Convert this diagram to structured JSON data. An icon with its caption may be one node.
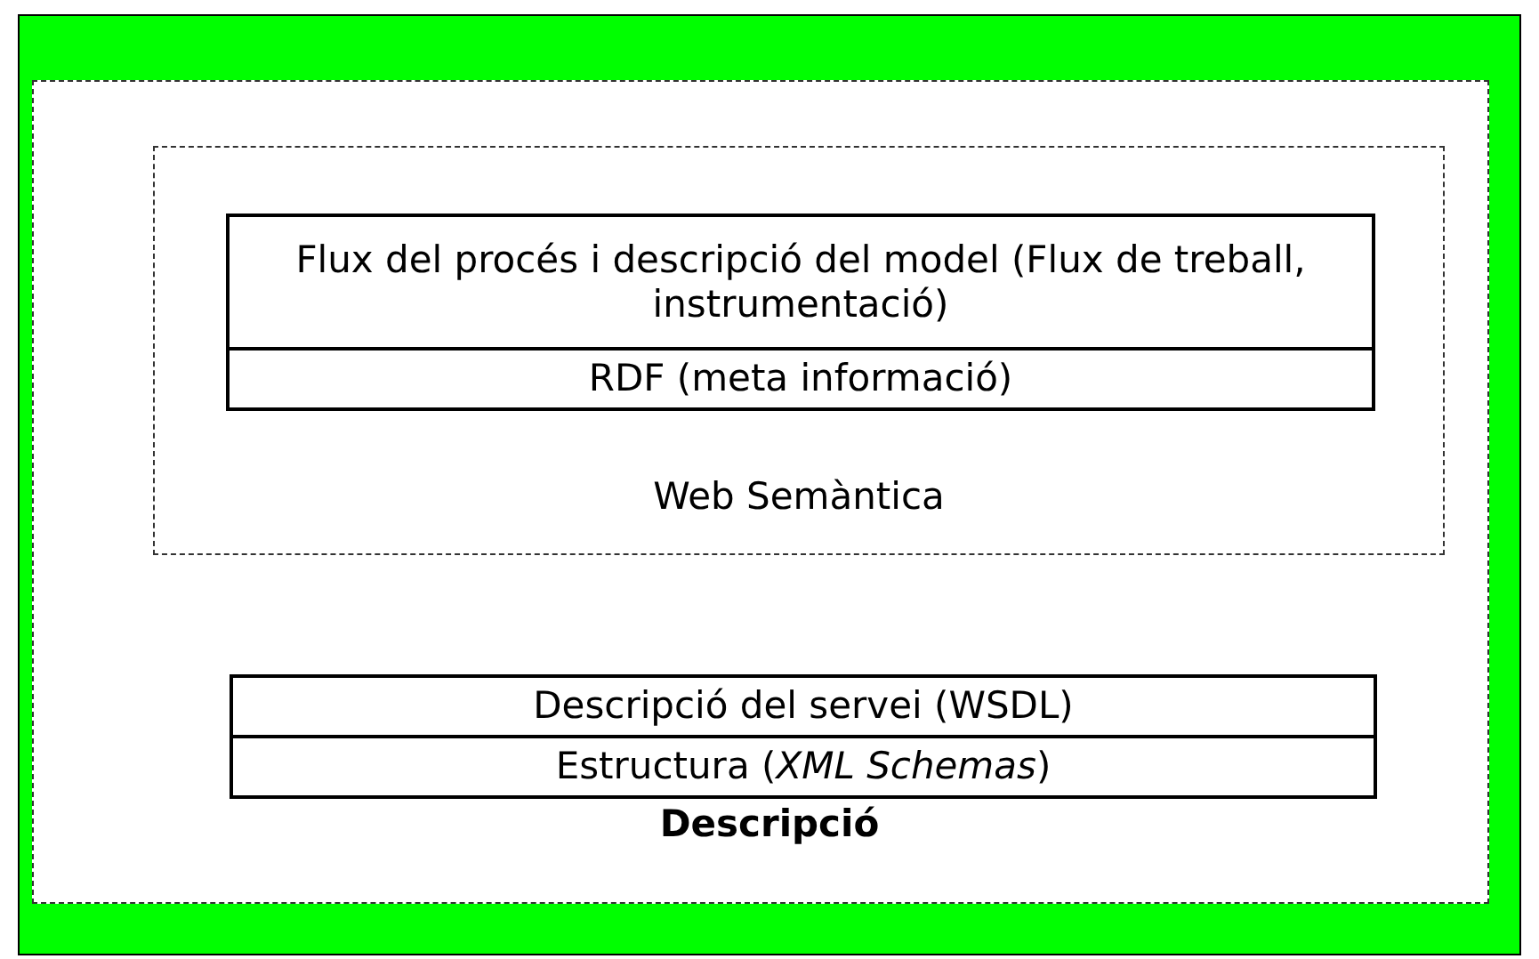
{
  "diagram": {
    "nodes": [
      {
        "text": [
          "Descripció"
        ]
      },
      {
        "text": [
          "Web Semàntica"
        ],
        "in": 0
      },
      {
        "text": [
          "Flux del procés i descripció del model (Flux de treball, instrumentació)"
        ],
        "in": 1
      },
      {
        "text": [
          "RDF (meta informació)"
        ],
        "in": 1
      },
      {
        "text": [
          "Descripció del servei (WSDL)"
        ],
        "in": 0
      },
      {
        "text": [
          "Estructura (*XML Schemas*)"
        ],
        "in": 0
      }
    ],
    "edges": []
  }
}
